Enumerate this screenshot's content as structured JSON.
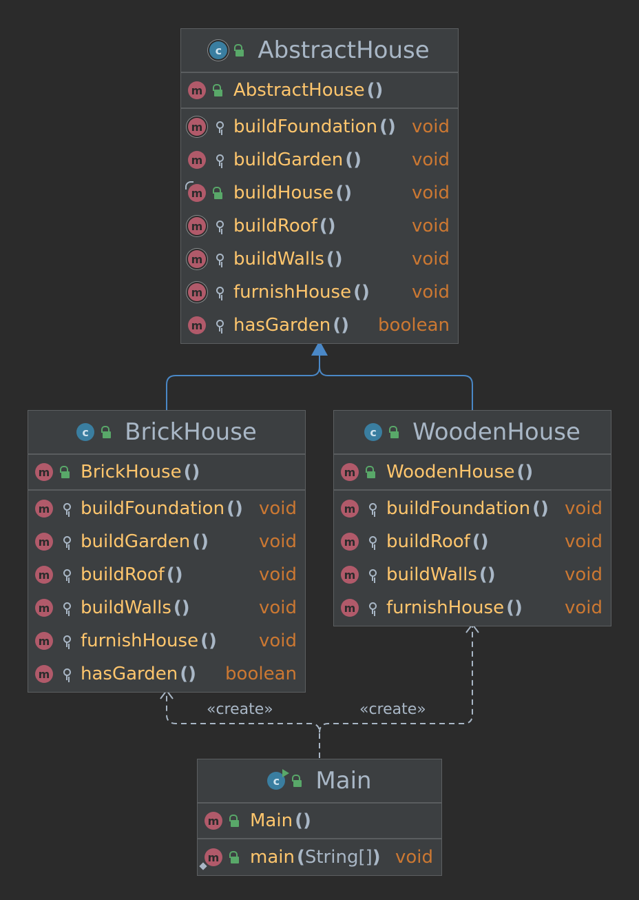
{
  "classes": {
    "abstract_house": {
      "name": "AbstractHouse",
      "constructor": "AbstractHouse",
      "methods": [
        {
          "name": "buildFoundation",
          "returns": "void"
        },
        {
          "name": "buildGarden",
          "returns": "void"
        },
        {
          "name": "buildHouse",
          "returns": "void"
        },
        {
          "name": "buildRoof",
          "returns": "void"
        },
        {
          "name": "buildWalls",
          "returns": "void"
        },
        {
          "name": "furnishHouse",
          "returns": "void"
        },
        {
          "name": "hasGarden",
          "returns": "boolean"
        }
      ]
    },
    "brick_house": {
      "name": "BrickHouse",
      "constructor": "BrickHouse",
      "methods": [
        {
          "name": "buildFoundation",
          "returns": "void"
        },
        {
          "name": "buildGarden",
          "returns": "void"
        },
        {
          "name": "buildRoof",
          "returns": "void"
        },
        {
          "name": "buildWalls",
          "returns": "void"
        },
        {
          "name": "furnishHouse",
          "returns": "void"
        },
        {
          "name": "hasGarden",
          "returns": "boolean"
        }
      ]
    },
    "wooden_house": {
      "name": "WoodenHouse",
      "constructor": "WoodenHouse",
      "methods": [
        {
          "name": "buildFoundation",
          "returns": "void"
        },
        {
          "name": "buildRoof",
          "returns": "void"
        },
        {
          "name": "buildWalls",
          "returns": "void"
        },
        {
          "name": "furnishHouse",
          "returns": "void"
        }
      ]
    },
    "main": {
      "name": "Main",
      "constructor": "Main",
      "methods": [
        {
          "name": "main",
          "params": "String[]",
          "returns": "void"
        }
      ]
    }
  },
  "relations": {
    "create_label_1": "«create»",
    "create_label_2": "«create»"
  },
  "glyphs": {
    "method_badge": "m",
    "class_badge": "c",
    "empty_parens": "()",
    "open_paren": "(",
    "close_paren": ")"
  },
  "colors": {
    "background": "#2b2b2b",
    "class_fill": "#3c3f41",
    "method_name": "#ffc66d",
    "return_type": "#cc7832",
    "inheritance_arrow": "#4a88c7",
    "dependency_line": "#a9b7c6"
  }
}
